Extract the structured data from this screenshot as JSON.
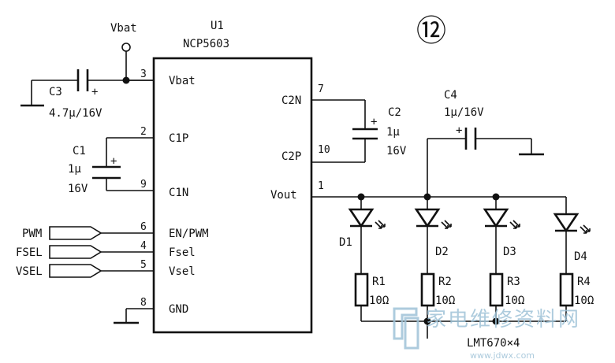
{
  "figure_number": "⑫",
  "chip": {
    "ref": "U1",
    "part": "NCP5603",
    "pins": [
      {
        "num": "3",
        "name": "Vbat"
      },
      {
        "num": "2",
        "name": "C1P"
      },
      {
        "num": "9",
        "name": "C1N"
      },
      {
        "num": "6",
        "name": "EN/PWM"
      },
      {
        "num": "4",
        "name": "Fsel"
      },
      {
        "num": "5",
        "name": "Vsel"
      },
      {
        "num": "8",
        "name": "GND"
      },
      {
        "num": "7",
        "name": "C2N"
      },
      {
        "num": "10",
        "name": "C2P"
      },
      {
        "num": "1",
        "name": "Vout"
      }
    ]
  },
  "supply_label": "Vbat",
  "capacitors": {
    "c3": {
      "ref": "C3",
      "value": "4.7μ/16V"
    },
    "c1": {
      "ref": "C1",
      "value1": "1μ",
      "value2": "16V"
    },
    "c2": {
      "ref": "C2",
      "value1": "1μ",
      "value2": "16V"
    },
    "c4": {
      "ref": "C4",
      "value": "1μ/16V"
    }
  },
  "inputs": [
    "PWM",
    "FSEL",
    "VSEL"
  ],
  "leds": [
    "D1",
    "D2",
    "D3",
    "D4"
  ],
  "resistors": [
    {
      "ref": "R1",
      "value": "10Ω"
    },
    {
      "ref": "R2",
      "value": "10Ω"
    },
    {
      "ref": "R3",
      "value": "10Ω"
    },
    {
      "ref": "R4",
      "value": "10Ω"
    }
  ],
  "led_part_note": "LMT670×4",
  "watermark": {
    "text": "家电维修资料网",
    "url": "www.jdwx.com"
  }
}
